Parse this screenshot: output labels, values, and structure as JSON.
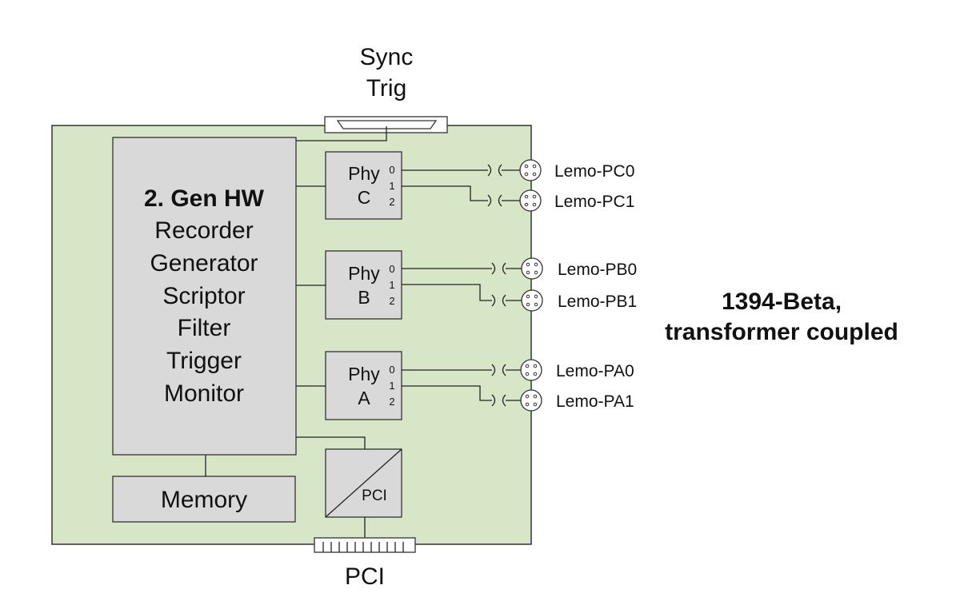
{
  "sync_trig": {
    "line1": "Sync",
    "line2": "Trig"
  },
  "main_block": {
    "title": "2. Gen HW",
    "lines": [
      "Recorder",
      "Generator",
      "Scriptor",
      "Filter",
      "Trigger",
      "Monitor"
    ]
  },
  "memory": "Memory",
  "pci_block": "PCI",
  "pci_connector": "PCI",
  "phys": [
    {
      "line1": "Phy",
      "line2": "C",
      "ports": [
        "0",
        "1",
        "2"
      ]
    },
    {
      "line1": "Phy",
      "line2": "B",
      "ports": [
        "0",
        "1",
        "2"
      ]
    },
    {
      "line1": "Phy",
      "line2": "A",
      "ports": [
        "0",
        "1",
        "2"
      ]
    }
  ],
  "connectors": [
    "Lemo-PC0",
    "Lemo-PC1",
    "Lemo-PB0",
    "Lemo-PB1",
    "Lemo-PA0",
    "Lemo-PA1"
  ],
  "caption": {
    "line1": "1394-Beta,",
    "line2": "transformer coupled"
  },
  "colors": {
    "board": "#d8e6c8",
    "block": "#d9d9d9",
    "line": "#222222"
  }
}
